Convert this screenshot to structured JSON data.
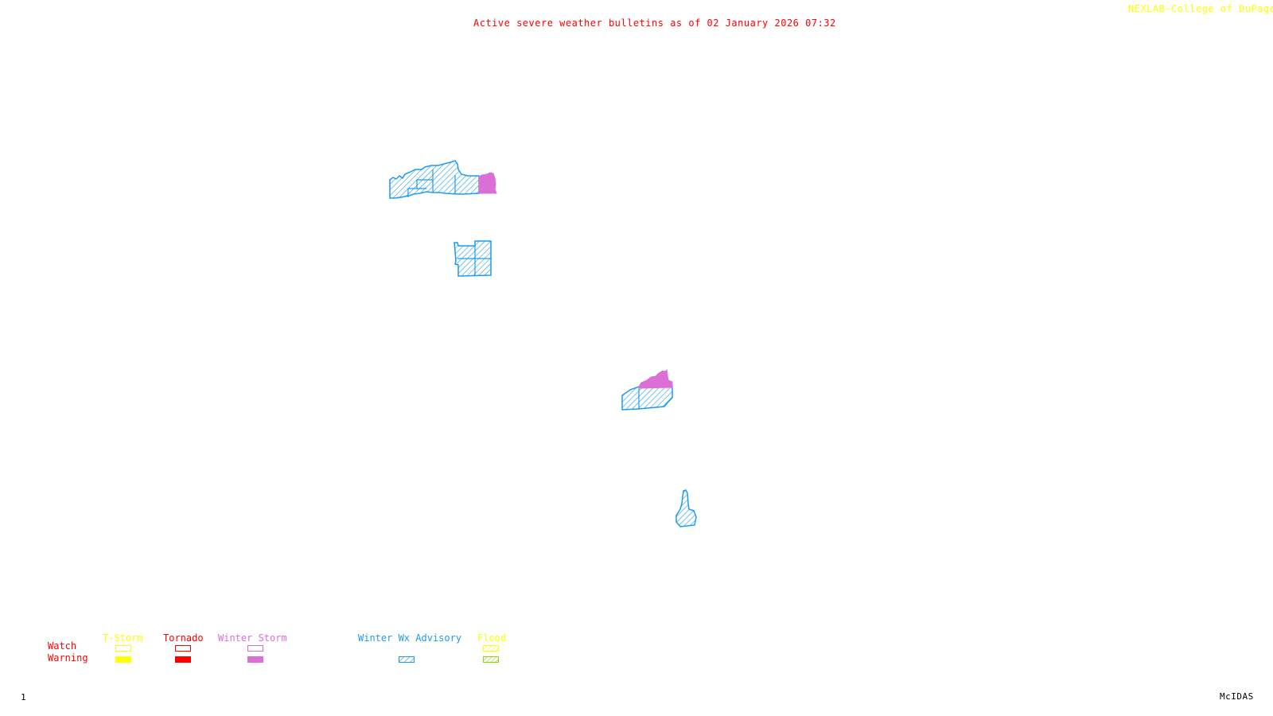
{
  "header": {
    "title": "Active severe weather bulletins as of 02 January 2026 07:32",
    "credit": "NEXLAB-College of DuPage",
    "credit_icon": "nexlab-logo-icon"
  },
  "footer": {
    "frame_number": "1",
    "software": "McIDAS"
  },
  "colors": {
    "tstorm": "#ffff00",
    "tornado": "#ff0000",
    "winter_storm": "#da70d6",
    "winter_wx_advisory": "#1e9bf0",
    "flood_watch": "#ffff00",
    "flood_warning": "#8fd400",
    "row_labels": "#ff0000"
  },
  "legend": {
    "rows": {
      "watch": "Watch",
      "warning": "Warning"
    },
    "categories": [
      {
        "key": "tstorm",
        "label": "T-Storm",
        "watch": "outline",
        "warning": "solid"
      },
      {
        "key": "tornado",
        "label": "Tornado",
        "watch": "outline",
        "warning": "solid"
      },
      {
        "key": "winter_storm",
        "label": "Winter Storm",
        "watch": "outline",
        "warning": "solid"
      },
      {
        "key": "winter_wx_advisory",
        "label": "Winter Wx Advisory",
        "watch": "none",
        "warning": "hatched"
      },
      {
        "key": "flood",
        "label": "Flood",
        "watch": "hatched",
        "warning": "hatched"
      }
    ]
  },
  "alert_areas": [
    {
      "id": "area-north-strip",
      "type": "Winter Wx Advisory",
      "style": "hatched"
    },
    {
      "id": "area-north-strip-east",
      "type": "Winter Storm Warning",
      "style": "solid"
    },
    {
      "id": "area-north-block",
      "type": "Winter Wx Advisory",
      "style": "hatched"
    },
    {
      "id": "area-central",
      "type": "Winter Wx Advisory",
      "style": "hatched"
    },
    {
      "id": "area-central-north",
      "type": "Winter Storm Warning",
      "style": "solid"
    },
    {
      "id": "area-south",
      "type": "Winter Wx Advisory",
      "style": "hatched"
    }
  ]
}
